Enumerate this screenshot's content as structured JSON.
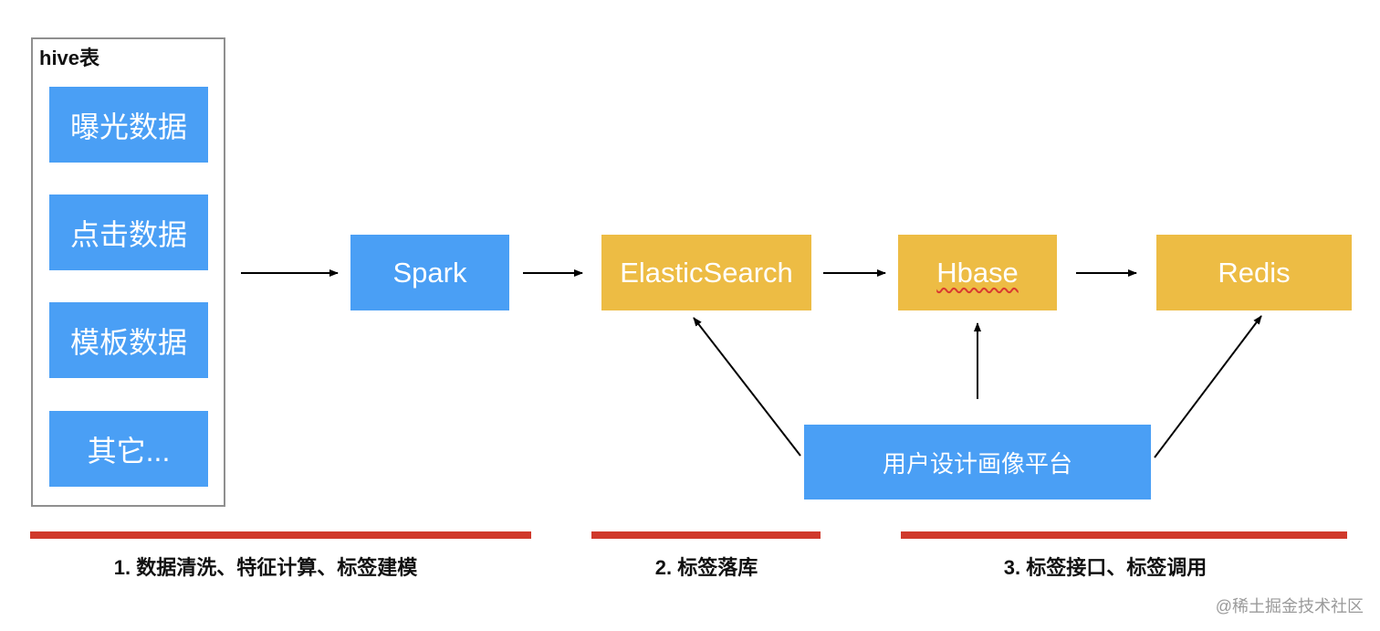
{
  "hive_group": {
    "title": "hive表",
    "items": [
      "曝光数据",
      "点击数据",
      "模板数据",
      "其它..."
    ]
  },
  "nodes": {
    "spark": "Spark",
    "elasticsearch": "ElasticSearch",
    "hbase": "Hbase",
    "redis": "Redis",
    "platform": "用户设计画像平台"
  },
  "stages": [
    "1. 数据清洗、特征计算、标签建模",
    "2. 标签落库",
    "3. 标签接口、标签调用"
  ],
  "watermark": "@稀土掘金技术社区",
  "colors": {
    "source_blue": "#4a9ff5",
    "store_gold": "#edbc44",
    "stage_bar_red": "#d0392b",
    "arrow_black": "#000000"
  }
}
